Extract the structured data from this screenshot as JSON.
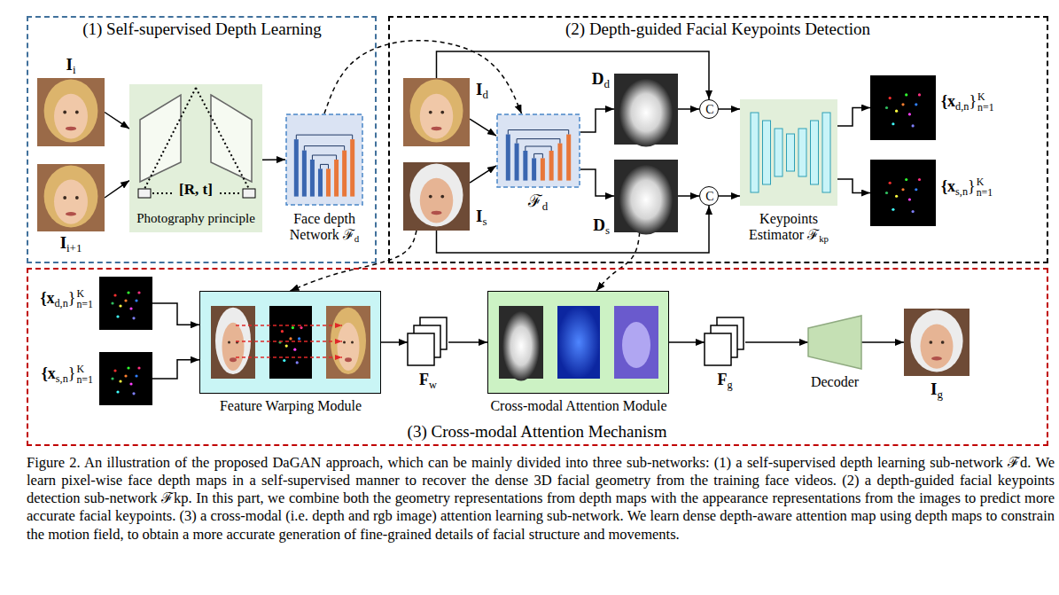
{
  "diagram": {
    "caption": "Figure 2. An illustration of the proposed DaGAN approach, which can be mainly divided into three sub-networks: (1) a self-supervised depth learning sub-network ℱd. We learn pixel-wise face depth maps in a self-supervised manner to recover the dense 3D facial geometry from the training face videos. (2) a depth-guided facial keypoints detection sub-network ℱkp. In this part, we combine both the geometry representations from depth maps with the appearance representations from the images to predict more accurate facial keypoints. (3) a cross-modal (i.e. depth and rgb image) attention learning sub-network. We learn dense depth-aware attention map using depth maps to constrain the motion field, to obtain a more accurate generation of fine-grained details of facial structure and movements.",
    "nodes": [
      {
        "text": [
          "(1) Self-supervised Depth Learning"
        ]
      },
      {
        "text": [
          "I",
          "i"
        ],
        "in": 0
      },
      {
        "text": [
          "I",
          "i+1"
        ],
        "in": 0
      },
      {
        "text": [
          "[R, t]",
          "Photography principle"
        ],
        "in": 0
      },
      {
        "text": [
          "Face depth Network ℱ",
          "d"
        ],
        "in": 0
      },
      {
        "text": [
          "(2) Depth-guided Facial Keypoints Detection"
        ]
      },
      {
        "text": [
          "I",
          "d"
        ],
        "in": 5
      },
      {
        "text": [
          "I",
          "s"
        ],
        "in": 5
      },
      {
        "text": [
          "ℱ",
          "d"
        ],
        "in": 5
      },
      {
        "text": [
          "D",
          "d"
        ],
        "in": 5
      },
      {
        "text": [
          "D",
          "s"
        ],
        "in": 5
      },
      {
        "text": [
          "C"
        ],
        "in": 5
      },
      {
        "text": [
          "C"
        ],
        "in": 5
      },
      {
        "text": [
          "Keypoints Estimator ℱ",
          "kp"
        ],
        "in": 5
      },
      {
        "text": [
          "{x",
          "d,n",
          "}",
          "K",
          "n=1"
        ],
        "in": 5
      },
      {
        "text": [
          "{x",
          "s,n",
          "}",
          "K",
          "n=1"
        ],
        "in": 5
      },
      {
        "text": [
          "(3) Cross-modal Attention Mechanism"
        ]
      },
      {
        "text": [
          "{x",
          "d,n",
          "}",
          "K",
          "n=1"
        ],
        "in": 16
      },
      {
        "text": [
          "{x",
          "s,n",
          "}",
          "K",
          "n=1"
        ],
        "in": 16
      },
      {
        "text": [
          "Feature Warping Module"
        ],
        "in": 16
      },
      {
        "text": [
          "F",
          "w"
        ],
        "in": 16
      },
      {
        "text": [
          "Cross-modal Attention Module"
        ],
        "in": 16
      },
      {
        "text": [
          "F",
          "g"
        ],
        "in": 16
      },
      {
        "text": [
          "Decoder"
        ],
        "in": 16
      },
      {
        "text": [
          "I",
          "g"
        ],
        "in": 16
      }
    ],
    "edges": [
      {
        "from": 1,
        "to": 3,
        "arrow": "to"
      },
      {
        "from": 2,
        "to": 3,
        "arrow": "to"
      },
      {
        "from": 3,
        "to": 4,
        "arrow": "to"
      },
      {
        "from": 4,
        "to": 8,
        "arrow": "to"
      },
      {
        "from": 6,
        "to": 8,
        "arrow": "to"
      },
      {
        "from": 7,
        "to": 8,
        "arrow": "to"
      },
      {
        "from": 8,
        "to": 9,
        "arrow": "to"
      },
      {
        "from": 8,
        "to": 10,
        "arrow": "to"
      },
      {
        "from": 9,
        "to": 11,
        "arrow": "to"
      },
      {
        "from": 10,
        "to": 12,
        "arrow": "to"
      },
      {
        "from": 6,
        "to": 11,
        "arrow": "to"
      },
      {
        "from": 7,
        "to": 12,
        "arrow": "to"
      },
      {
        "from": 11,
        "to": 13,
        "arrow": "to"
      },
      {
        "from": 12,
        "to": 13,
        "arrow": "to"
      },
      {
        "from": 13,
        "to": 14,
        "arrow": "to"
      },
      {
        "from": 13,
        "to": 15,
        "arrow": "to"
      },
      {
        "from": 7,
        "to": 19,
        "arrow": "to"
      },
      {
        "from": 10,
        "to": 21,
        "arrow": "to"
      },
      {
        "from": 17,
        "to": 19,
        "arrow": "to"
      },
      {
        "from": 18,
        "to": 19,
        "arrow": "to"
      },
      {
        "from": 19,
        "to": 20,
        "arrow": "to"
      },
      {
        "from": 20,
        "to": 21,
        "arrow": "to"
      },
      {
        "from": 21,
        "to": 22,
        "arrow": "to"
      },
      {
        "from": 22,
        "to": 23,
        "arrow": "to"
      },
      {
        "from": 23,
        "to": 24,
        "arrow": "to"
      }
    ]
  }
}
